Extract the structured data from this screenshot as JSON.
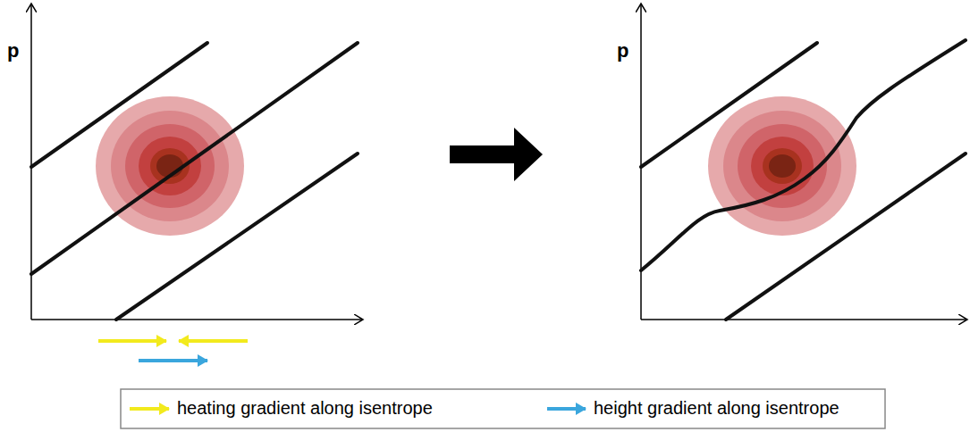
{
  "diagram": {
    "labels": [
      "p",
      "p"
    ],
    "legend": [
      {
        "text": "heating gradient along isentrope"
      },
      {
        "text": "height gradient along isentrope"
      }
    ]
  }
}
